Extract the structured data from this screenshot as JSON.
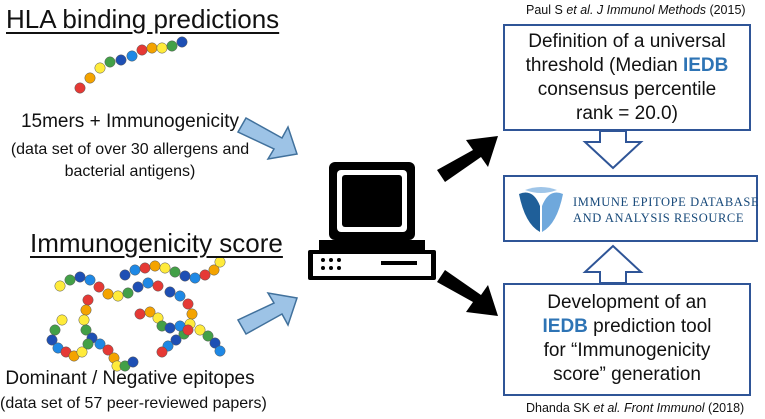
{
  "left": {
    "hla_title": "HLA binding predictions",
    "hla_line1": "15mers + Immunogenicity",
    "hla_line2": "(data set of over 30 allergens and",
    "hla_line3": "bacterial antigens)",
    "imm_title": "Immunogenicity score",
    "imm_line1": "Dominant / Negative epitopes",
    "imm_line2": "(data set of 57 peer-reviewed papers)"
  },
  "right": {
    "cite_top": {
      "pre": "Paul S ",
      "italic": "et al. J Immunol Methods",
      "post": " (2015)"
    },
    "box_top": {
      "line1": "Definition of a universal",
      "line2": "threshold (Median ",
      "line2_hl": "IEDB",
      "line3": "consensus percentile",
      "line4": "rank = 20.0)"
    },
    "logo": {
      "line1": "IMMUNE EPITOPE DATABASE",
      "line2": "AND ANALYSIS RESOURCE"
    },
    "box_bottom": {
      "line1": "Development of an",
      "line2_hl": "IEDB",
      "line2": " prediction tool",
      "line3": "for “Immunogenicity",
      "line4": "score” generation"
    },
    "cite_bottom": {
      "pre": "Dhanda SK ",
      "italic": "et al. Front Immunol",
      "post": " (2018)"
    }
  },
  "colors": {
    "accent_blue": "#2e74b5",
    "box_border": "#2f5597",
    "arrow_fill": "#9dc3e6",
    "arrow_stroke": "#41719c",
    "bead_palette": [
      "#e53935",
      "#f4a300",
      "#ffeb3b",
      "#43a047",
      "#1e4fb4",
      "#1e88e5"
    ]
  }
}
